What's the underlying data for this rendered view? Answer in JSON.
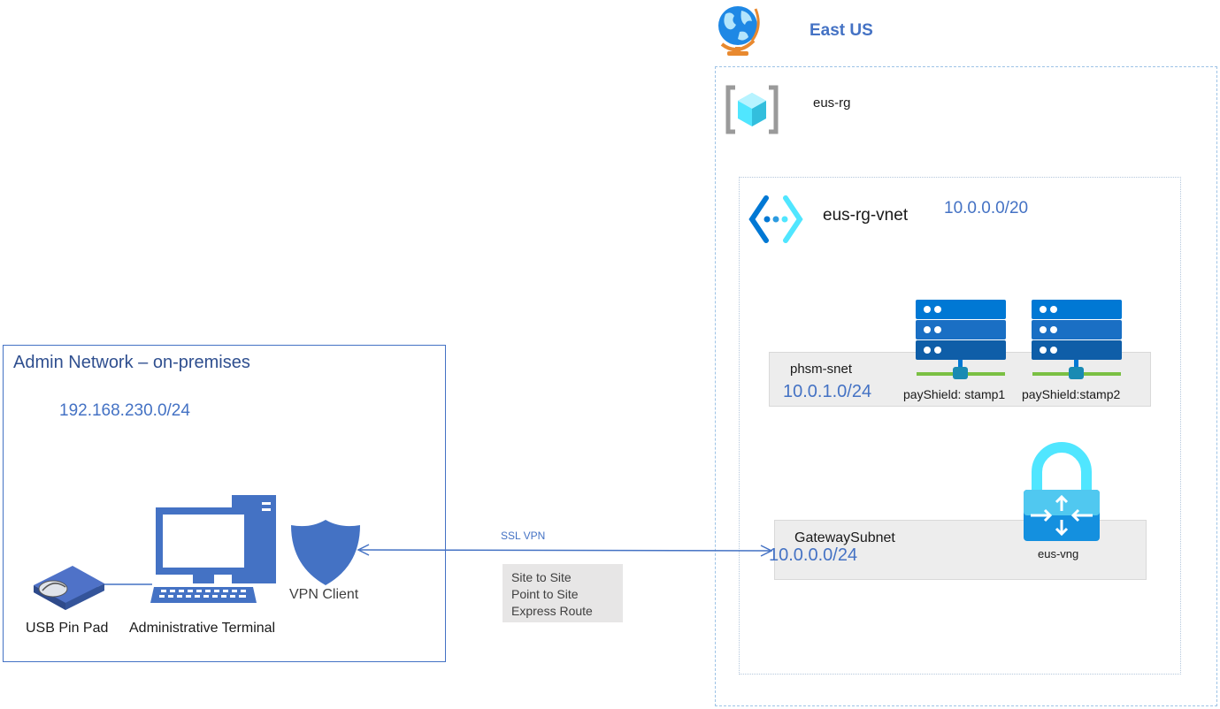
{
  "region": {
    "label": "East US",
    "icon": "globe-icon"
  },
  "resource_group": {
    "label": "eus-rg",
    "icon": "resource-group-icon"
  },
  "vnet": {
    "label": "eus-rg-vnet",
    "cidr": "10.0.0.0/20",
    "icon": "virtual-network-icon"
  },
  "phsm_subnet": {
    "label": "phsm-snet",
    "cidr": "10.0.1.0/24",
    "devices": [
      {
        "label": "payShield: stamp1",
        "icon": "server-icon"
      },
      {
        "label": "payShield:stamp2",
        "icon": "server-icon"
      }
    ]
  },
  "gateway_subnet": {
    "label": "GatewaySubnet",
    "cidr": "10.0.0.0/24",
    "gateway": {
      "label": "eus-vng",
      "icon": "vpn-gateway-icon"
    }
  },
  "admin_network": {
    "title": "Admin Network –  on-premises",
    "cidr": "192.168.230.0/24",
    "devices": {
      "pin_pad": {
        "label": "USB Pin Pad",
        "icon": "usb-pin-pad-icon"
      },
      "terminal": {
        "label": "Administrative Terminal",
        "icon": "computer-icon"
      },
      "vpn_client": {
        "label": "VPN Client",
        "icon": "shield-icon"
      }
    }
  },
  "connection": {
    "label": "SSL VPN",
    "options": [
      "Site to Site",
      "Point to Site",
      "Express Route"
    ]
  },
  "colors": {
    "accent_blue": "#4472c4",
    "region_border": "#9dc3e6",
    "azure_blue": "#0078d4",
    "azure_cyan": "#50e6ff"
  }
}
